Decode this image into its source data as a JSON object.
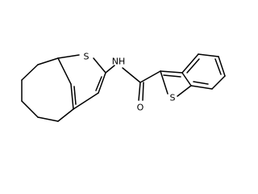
{
  "atom_labels": {
    "s_left": "S",
    "nh": "NH",
    "s_right": "S",
    "o": "O"
  },
  "colors": {
    "bond": "#000000",
    "label": "#000000",
    "background": "#ffffff"
  }
}
